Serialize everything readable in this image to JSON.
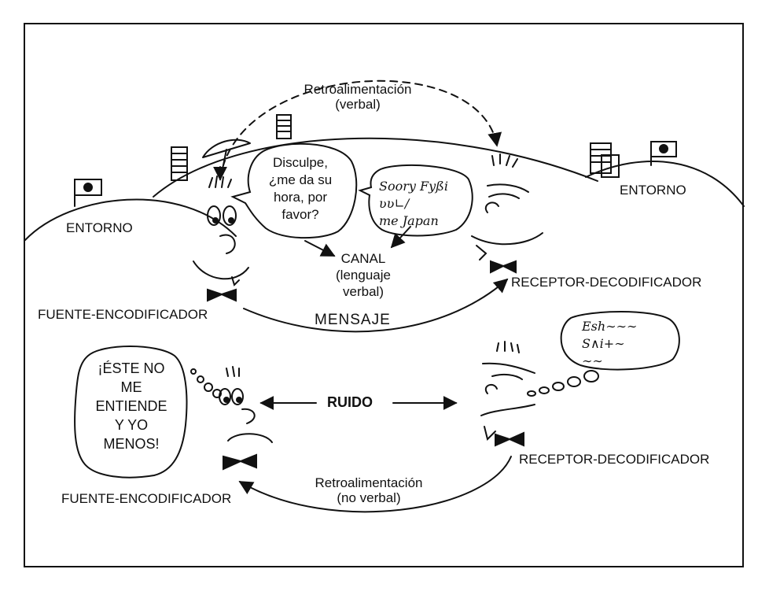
{
  "feedback_verbal": {
    "line1": "Retroalimentación",
    "line2": "(verbal)"
  },
  "environment_left": "ENTORNO",
  "environment_right": "ENTORNO",
  "speech_sender": {
    "l1": "Disculpe,",
    "l2": "¿me da su",
    "l3": "hora, por",
    "l4": "favor?"
  },
  "speech_receiver": {
    "l1": "Soory Fyßi",
    "l2": "ʋʋ∟∕",
    "l3": "me Japan"
  },
  "channel": {
    "l1": "CANAL",
    "l2": "(lenguaje",
    "l3": "verbal)"
  },
  "receiver_top": "RECEPTOR-DECODIFICADOR",
  "sender_top": "FUENTE-ENCODIFICADOR",
  "message": "MENSAJE",
  "thought_sender": {
    "l1": "¡ÉSTE NO",
    "l2": "ME",
    "l3": "ENTIENDE",
    "l4": "Y YO",
    "l5": "MENOS!"
  },
  "thought_receiver": {
    "l1": "Esh∼∼∼",
    "l2": "S∧i+∼",
    "l3": "∼∼"
  },
  "noise": "RUIDO",
  "receiver_bottom": "RECEPTOR-DECODIFICADOR",
  "feedback_nonverbal": {
    "line1": "Retroalimentación",
    "line2": "(no verbal)"
  },
  "sender_bottom": "FUENTE-ENCODIFICADOR"
}
